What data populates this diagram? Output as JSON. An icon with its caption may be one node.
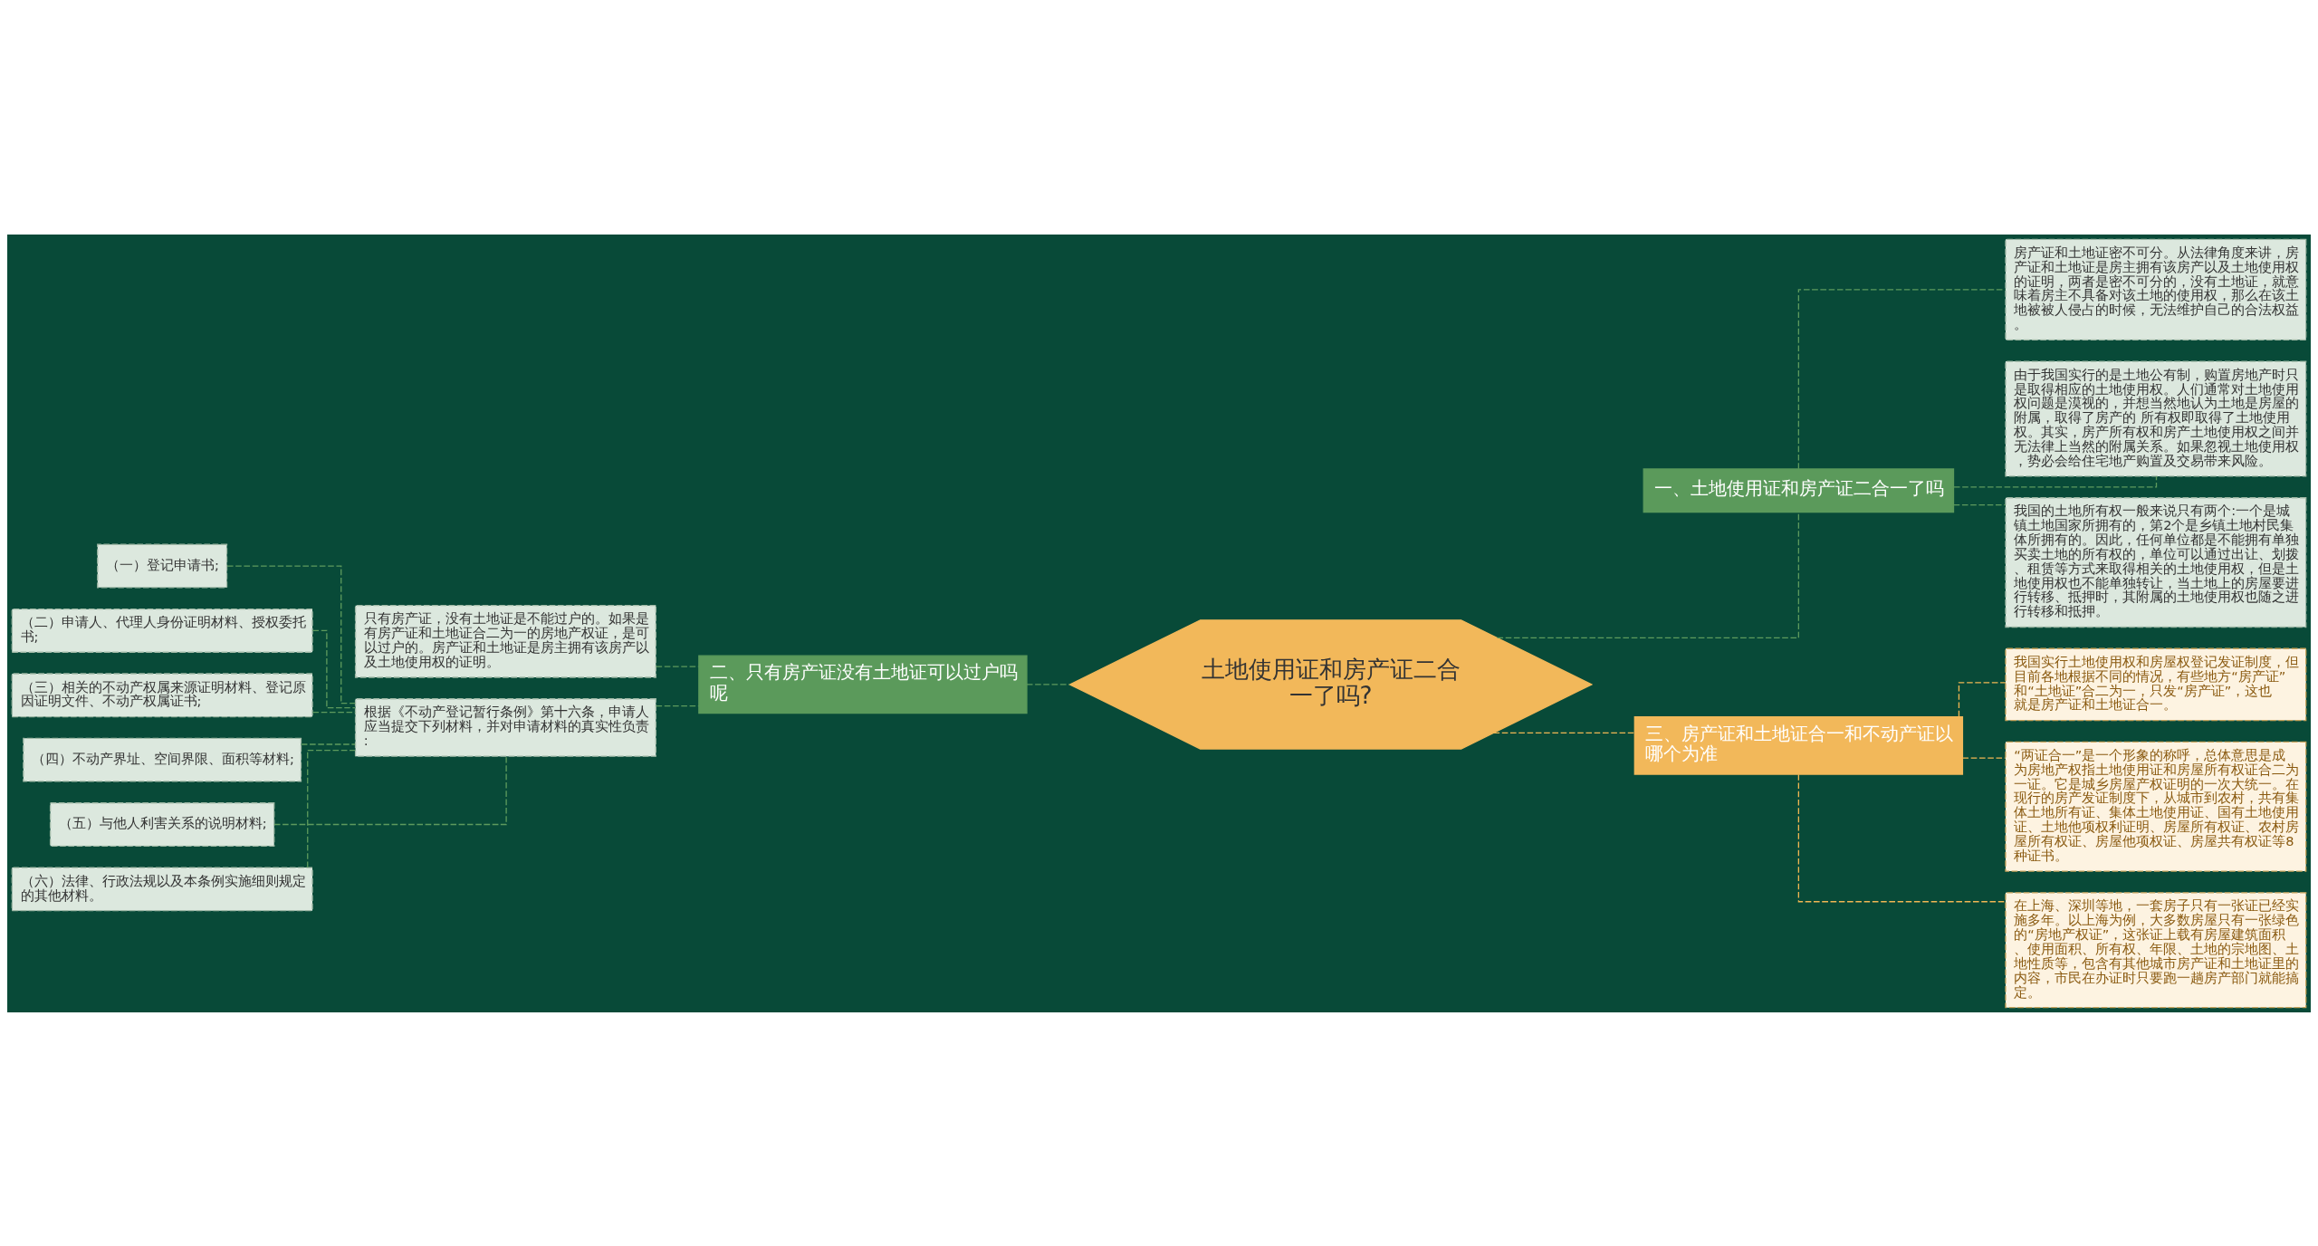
{
  "diagram": {
    "nodes": [
      {
        "text": [
          "土地使用证和房产证二合一了吗?"
        ]
      },
      {
        "text": [
          "一、土地使用证和房产证二合一了吗"
        ]
      },
      {
        "text": [
          "房产证和土地证密不可分。从法律角度来讲，房产证和土地证是房主拥有该房产以及土地使用权的证明，两者是密不可分的，没有土地证，就意味着房主不具备对该土地的使用权，那么在该土地被被人侵占的时候，无法维护自己的合法权益。"
        ]
      },
      {
        "text": [
          "由于我国实行的是土地公有制，购置房地产时只是取得相应的土地使用权。人们通常对土地使用权问题是漠视的，并想当然地认为土地是房屋的附属，取得了房产的 所有权即取得了土地使用权。其实，房产所有权和房产土地使用权之间并无法律上当然的附属关系。如果忽视土地使用权，势必会给住宅地产购置及交易带来风险。"
        ]
      },
      {
        "text": [
          "我国的土地所有权一般来说只有两个:一个是城镇土地国家所拥有的，第2个是乡镇土地村民集体所拥有的。因此，任何单位都是不能拥有单独买卖土地的所有权的，单位可以通过出让、划拨、租赁等方式来取得相关的土地使用权，但是土地使用权也不能单独转让，当土地上的房屋要进行转移、抵押时，其附属的土地使用权也随之进行转移和抵押。"
        ]
      },
      {
        "text": [
          "二、只有房产证没有土地证可以过户吗呢"
        ]
      },
      {
        "text": [
          "只有房产证，没有土地证是不能过户的。如果是有房产证和土地证合二为一的房地产权证，是可以过户的。房产证和土地证是房主拥有该房产以及土地使用权的证明。"
        ]
      },
      {
        "text": [
          "根据《不动产登记暂行条例》第十六条，申请人应当提交下列材料，并对申请材料的真实性负责:"
        ]
      },
      {
        "text": [
          "（一）登记申请书;"
        ]
      },
      {
        "text": [
          "（二）申请人、代理人身份证明材料、授权委托书;"
        ]
      },
      {
        "text": [
          "（三）相关的不动产权属来源证明材料、登记原因证明文件、不动产权属证书;"
        ]
      },
      {
        "text": [
          "（四）不动产界址、空间界限、面积等材料;"
        ]
      },
      {
        "text": [
          "（五）与他人利害关系的说明材料;"
        ]
      },
      {
        "text": [
          "（六）法律、行政法规以及本条例实施细则规定的其他材料。"
        ]
      },
      {
        "text": [
          "三、房产证和土地证合一和不动产证以哪个为准"
        ]
      },
      {
        "text": [
          "我国实行土地使用权和房屋权登记发证制度，但目前各地根据不同的情况，有些地方“房产证”和“土地证”合二为一，只发“房产证”，这也就是房产证和土地证合一。"
        ]
      },
      {
        "text": [
          "“两证合一”是一个形象的称呼，总体意思是成为房地产权指土地使用证和房屋所有权证合二为一证。它是城乡房屋产权证明的一次大统一。在现行的房产发证制度下，从城市到农村，共有集体土地所有证、集体土地使用证、国有土地使用证、土地他项权利证明、房屋所有权证、农村房屋所有权证、房屋他项权证、房屋共有权证等8种证书。"
        ]
      },
      {
        "text": [
          "在上海、深圳等地，一套房子只有一张证已经实施多年。以上海为例，大多数房屋只有一张绿色的“房地产权证”，这张证上载有房屋建筑面积、使用面积、所有权、年限、土地的宗地图、土地性质等，包含有其他城市房产证和土地证里的内容，市民在办证时只要跑一趟房产部门就能搞定。"
        ]
      }
    ],
    "edges": [
      {
        "from": 0,
        "to": 1,
        "arrow": "none",
        "style": "dashed"
      },
      {
        "from": 1,
        "to": 2,
        "arrow": "none",
        "style": "dashed"
      },
      {
        "from": 1,
        "to": 3,
        "arrow": "none",
        "style": "dashed"
      },
      {
        "from": 1,
        "to": 4,
        "arrow": "none",
        "style": "dashed"
      },
      {
        "from": 0,
        "to": 5,
        "arrow": "none",
        "style": "dashed"
      },
      {
        "from": 5,
        "to": 6,
        "arrow": "none",
        "style": "dashed"
      },
      {
        "from": 5,
        "to": 7,
        "arrow": "none",
        "style": "dashed"
      },
      {
        "from": 7,
        "to": 8,
        "arrow": "none",
        "style": "dashed"
      },
      {
        "from": 7,
        "to": 9,
        "arrow": "none",
        "style": "dashed"
      },
      {
        "from": 7,
        "to": 10,
        "arrow": "none",
        "style": "dashed"
      },
      {
        "from": 7,
        "to": 11,
        "arrow": "none",
        "style": "dashed"
      },
      {
        "from": 7,
        "to": 12,
        "arrow": "none",
        "style": "dashed"
      },
      {
        "from": 7,
        "to": 13,
        "arrow": "none",
        "style": "dashed"
      },
      {
        "from": 0,
        "to": 14,
        "arrow": "none",
        "style": "dashed",
        "color": "#f0b653"
      },
      {
        "from": 14,
        "to": 15,
        "arrow": "none",
        "style": "dashed",
        "color": "#f0b653"
      },
      {
        "from": 14,
        "to": 16,
        "arrow": "none",
        "style": "dashed",
        "color": "#f0b653"
      },
      {
        "from": 14,
        "to": 17,
        "arrow": "none",
        "style": "dashed",
        "color": "#f0b653"
      }
    ]
  }
}
